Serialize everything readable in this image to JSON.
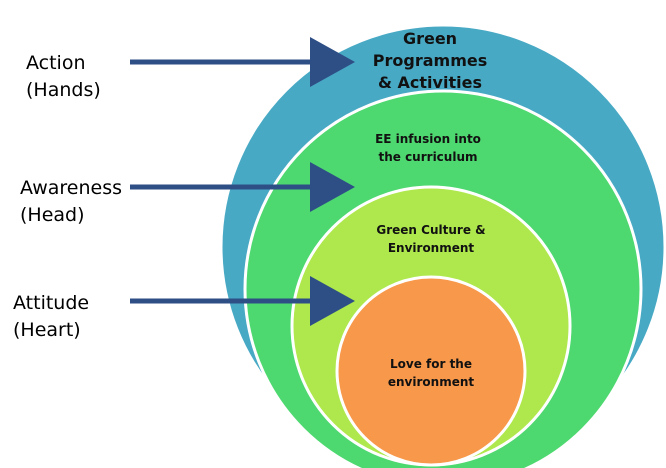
{
  "colors": {
    "outer": "#48A9C5",
    "second": "#4ED870",
    "third": "#AEE84C",
    "inner": "#F7984A",
    "stroke": "#ffffff",
    "arrow": "#2E4E86"
  },
  "layers": [
    {
      "lines": [
        "Green",
        "Programmes",
        "& Activities"
      ]
    },
    {
      "lines": [
        "EE infusion into",
        "the curriculum"
      ]
    },
    {
      "lines": [
        "Green Culture &",
        "Environment"
      ]
    },
    {
      "lines": [
        "Love for the",
        "environment"
      ]
    }
  ],
  "side_labels": [
    {
      "lines": [
        "Action",
        "(Hands)"
      ]
    },
    {
      "lines": [
        "Awareness",
        "(Head)"
      ]
    },
    {
      "lines": [
        "Attitude",
        "(Heart)"
      ]
    }
  ]
}
